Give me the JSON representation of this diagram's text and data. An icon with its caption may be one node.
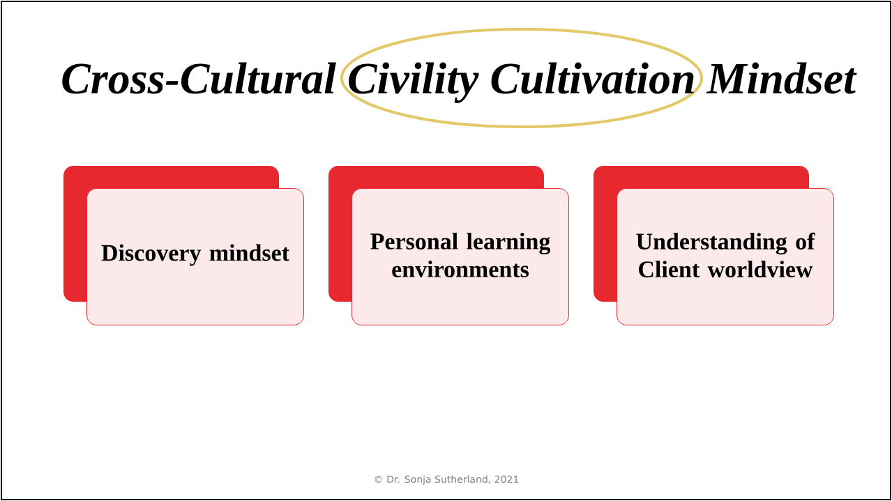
{
  "diagram": {
    "title": "Cross-Cultural Civility Cultivation Mindset",
    "nodes": [
      {
        "text": [
          "Discovery mindset"
        ]
      },
      {
        "text": [
          "Personal learning environments"
        ]
      },
      {
        "text": [
          "Understanding of Client worldview"
        ]
      }
    ],
    "labels": [
      "© Dr. Sonja Sutherland, 2021"
    ]
  }
}
